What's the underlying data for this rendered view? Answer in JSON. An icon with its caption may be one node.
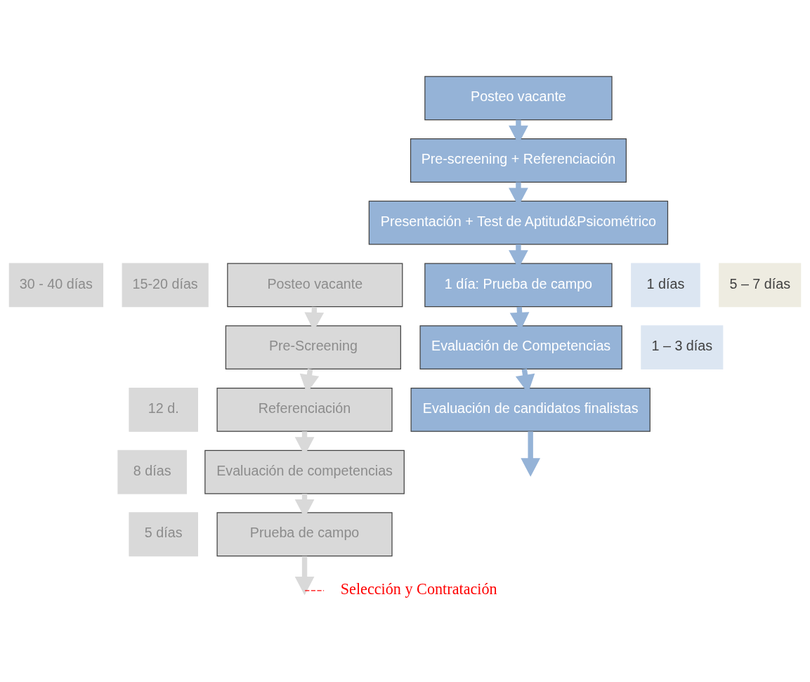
{
  "diagram": {
    "nodes": [
      {
        "text": [
          "Posteo vacante"
        ]
      },
      {
        "text": [
          "Pre-Screening"
        ]
      },
      {
        "text": [
          "Referenciación"
        ]
      },
      {
        "text": [
          "Evaluación de competencias"
        ]
      },
      {
        "text": [
          "Prueba de campo"
        ]
      },
      {
        "text": [
          "Posteo vacante"
        ]
      },
      {
        "text": [
          "Pre-screening + Referenciación"
        ]
      },
      {
        "text": [
          "Presentación + Test de Aptitud&Psicométrico"
        ]
      },
      {
        "text": [
          "1 día: Prueba de campo"
        ]
      },
      {
        "text": [
          "Evaluación de Competencias"
        ]
      },
      {
        "text": [
          "Evaluación de candidatos finalistas"
        ]
      },
      {
        "text": [
          "15-20 días"
        ]
      },
      {
        "text": [
          "12 d."
        ]
      },
      {
        "text": [
          "8 días"
        ]
      },
      {
        "text": [
          "5 días"
        ]
      },
      {
        "text": [
          "30 - 40 días"
        ]
      },
      {
        "text": [
          "1 días"
        ]
      },
      {
        "text": [
          "1 – 3 días"
        ]
      },
      {
        "text": [
          "5 – 7 días"
        ]
      }
    ],
    "edges": [
      {
        "from": 0,
        "to": 1,
        "arrow": "to"
      },
      {
        "from": 1,
        "to": 2,
        "arrow": "to"
      },
      {
        "from": 2,
        "to": 3,
        "arrow": "to"
      },
      {
        "from": 3,
        "to": 4,
        "arrow": "to"
      },
      {
        "from": 4,
        "to": null,
        "arrow": "to"
      },
      {
        "from": 5,
        "to": 6,
        "arrow": "to"
      },
      {
        "from": 6,
        "to": 7,
        "arrow": "to"
      },
      {
        "from": 7,
        "to": 8,
        "arrow": "to"
      },
      {
        "from": 8,
        "to": 9,
        "arrow": "to"
      },
      {
        "from": 9,
        "to": 10,
        "arrow": "to"
      },
      {
        "from": 10,
        "to": null,
        "arrow": "to"
      }
    ],
    "labels": [
      "Selección y Contratación"
    ]
  }
}
